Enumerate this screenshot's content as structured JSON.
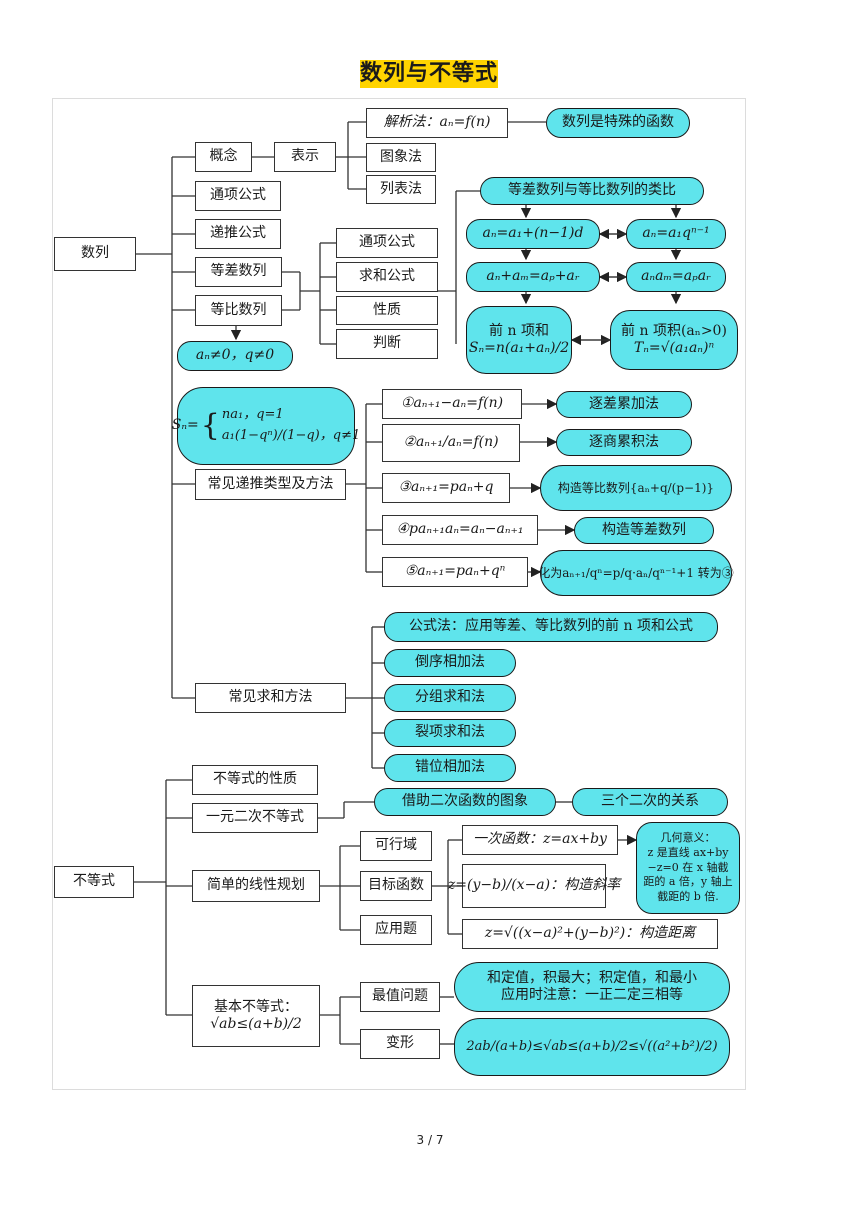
{
  "title": "数列与不等式",
  "page_number": "3 / 7",
  "shunlie": {
    "root": "数列",
    "concept": "概念",
    "represent": "表示",
    "analytic": "解析法：aₙ=f(n)",
    "special_function": "数列是特殊的函数",
    "graph": "图象法",
    "table": "列表法",
    "general_formula": "通项公式",
    "recurrence_formula": "递推公式",
    "arithmetic": "等差数列",
    "geometric": "等比数列",
    "analogy": "等差数列与等比数列的类比",
    "props": [
      "通项公式",
      "求和公式",
      "性质",
      "判断"
    ],
    "arith_general": "aₙ=a₁+(n−1)d",
    "geo_general": "aₙ=a₁qⁿ⁻¹",
    "arith_prop": "aₙ+aₘ=aₚ+aᵣ",
    "geo_prop": "aₙaₘ=aₚaᵣ",
    "arith_sum_line1": "前 n 项和",
    "arith_sum_line2": "Sₙ=n(a₁+aₙ)/2",
    "geo_prod_line1": "前 n 项积(aₙ>0)",
    "geo_prod_line2": "Tₙ=√(a₁aₙ)ⁿ",
    "geo_cond": "aₙ≠0，q≠0",
    "geo_sum_lhs": "Sₙ=",
    "geo_sum_case1": "na₁，q=1",
    "geo_sum_case2": "a₁(1−qⁿ)/(1−q)，q≠1",
    "recurrence_types": "常见递推类型及方法",
    "rec": [
      {
        "formula": "①aₙ₊₁−aₙ=f(n)",
        "method": "逐差累加法"
      },
      {
        "formula": "②aₙ₊₁/aₙ=f(n)",
        "method": "逐商累积法"
      },
      {
        "formula": "③aₙ₊₁=paₙ+q",
        "method": "构造等比数列{aₙ+q/(p−1)}"
      },
      {
        "formula": "④paₙ₊₁aₙ=aₙ−aₙ₊₁",
        "method": "构造等差数列"
      },
      {
        "formula": "⑤aₙ₊₁=paₙ+qⁿ",
        "method": "化为aₙ₊₁/qⁿ=p/q·aₙ/qⁿ⁻¹+1 转为③"
      }
    ],
    "sum_methods": "常见求和方法",
    "sums": [
      "公式法：应用等差、等比数列的前 n 项和公式",
      "倒序相加法",
      "分组求和法",
      "裂项求和法",
      "错位相加法"
    ]
  },
  "budengshi": {
    "root": "不等式",
    "properties": "不等式的性质",
    "quadratic": "一元二次不等式",
    "quad_graph": "借助二次函数的图象",
    "three_quad": "三个二次的关系",
    "lp": "简单的线性规划",
    "feasible": "可行域",
    "objective": "目标函数",
    "application": "应用题",
    "linear": "一次函数：z=ax+by",
    "slope": "z=(y−b)/(x−a)：构造斜率",
    "distance": "z=√((x−a)²+(y−b)²)：构造距离",
    "geo_meaning": [
      "几何意义：",
      "z 是直线 ax+by",
      "−z=0 在 x 轴截",
      "距的 a 倍，y 轴上",
      "截距的 b 倍."
    ],
    "basic_label": "基本不等式：",
    "basic_formula": "√ab≤(a+b)/2",
    "extremum": "最值问题",
    "extremum_text": [
      "和定值，积最大；积定值，和最小",
      "应用时注意：一正二定三相等"
    ],
    "transform": "变形",
    "transform_text": "2ab/(a+b)≤√ab≤(a+b)/2≤√((a²+b²)/2)"
  }
}
